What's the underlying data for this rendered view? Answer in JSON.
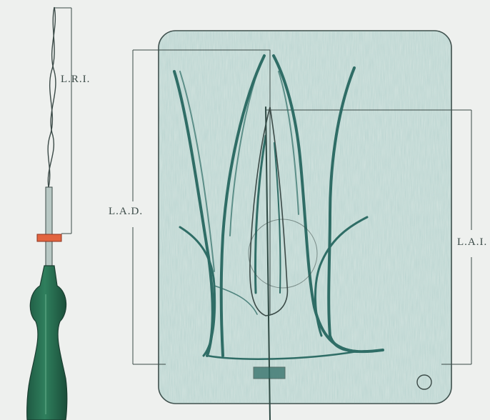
{
  "labels": {
    "lri": "L.R.I.",
    "lad": "L.A.D.",
    "lai": "L.A.I."
  },
  "colors": {
    "paper": "#eef0ee",
    "panel_tint": "#d3e3df",
    "line": "#3b4a47",
    "pencil_teal": "#2f6d66",
    "handle_green": "#246b4d",
    "stopper": "#e2643f"
  },
  "icons": {
    "instrument": "endodontic-file-icon",
    "stopper": "rubber-stop-icon",
    "radiograph": "radiograph-film-icon",
    "tooth": "tooth-root-icon",
    "film_dot": "film-orientation-dot-icon"
  }
}
